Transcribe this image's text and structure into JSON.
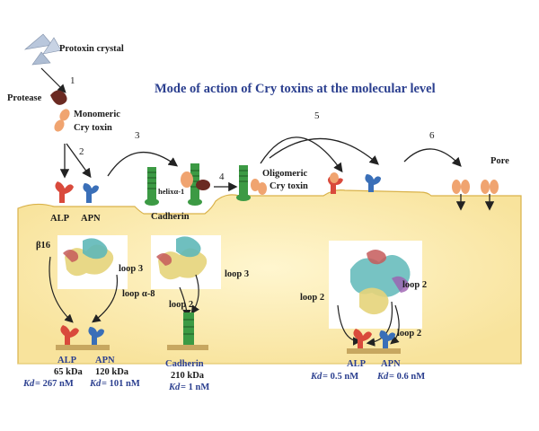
{
  "title": "Mode of action of Cry toxins at the molecular level",
  "labels": {
    "protoxin_crystal": "Protoxin crystal",
    "protease": "Protease",
    "monomeric_1": "Monomeric",
    "monomeric_2": "Cry toxin",
    "alp": "ALP",
    "apn": "APN",
    "helix": "helixα-1",
    "cadherin": "Cadherin",
    "oligomeric_1": "Oligomeric",
    "oligomeric_2": "Cry toxin",
    "pore": "Pore",
    "beta16": "β16",
    "loop3_a": "loop 3",
    "loop3_b": "loop 3",
    "loop_alpha8": "loop α-8",
    "loop2_a": "loop 2",
    "loop2_b": "loop 2",
    "loop2_c": "loop 2",
    "loop2_d": "loop 2"
  },
  "steps": [
    "1",
    "2",
    "3",
    "4",
    "5",
    "6"
  ],
  "receptors_left": {
    "alp": "ALP",
    "apn": "APN",
    "alp_kda": "65 kDa",
    "apn_kda": "120 kDa",
    "kd_label": "Kd",
    "alp_kd": "= 267 nM",
    "apn_kd": "= 101 nM"
  },
  "receptors_mid": {
    "name": "Cadherin",
    "kda": "210 kDa",
    "kd_label": "Kd",
    "kd": "= 1 nM"
  },
  "receptors_right": {
    "alp": "ALP",
    "apn": "APN",
    "kd_label": "Kd",
    "alp_kd": "= 0.5 nM",
    "apn_kd": "= 0.6 nM"
  },
  "colors": {
    "membrane": "#fbe9a6",
    "membrane_edge": "#d9b24a",
    "toxin": "#f0a470",
    "alp_receptor": "#d94a3c",
    "apn_receptor": "#3a6fb8",
    "cadherin": "#3c9a44",
    "title_blue": "#2b3f8f"
  }
}
